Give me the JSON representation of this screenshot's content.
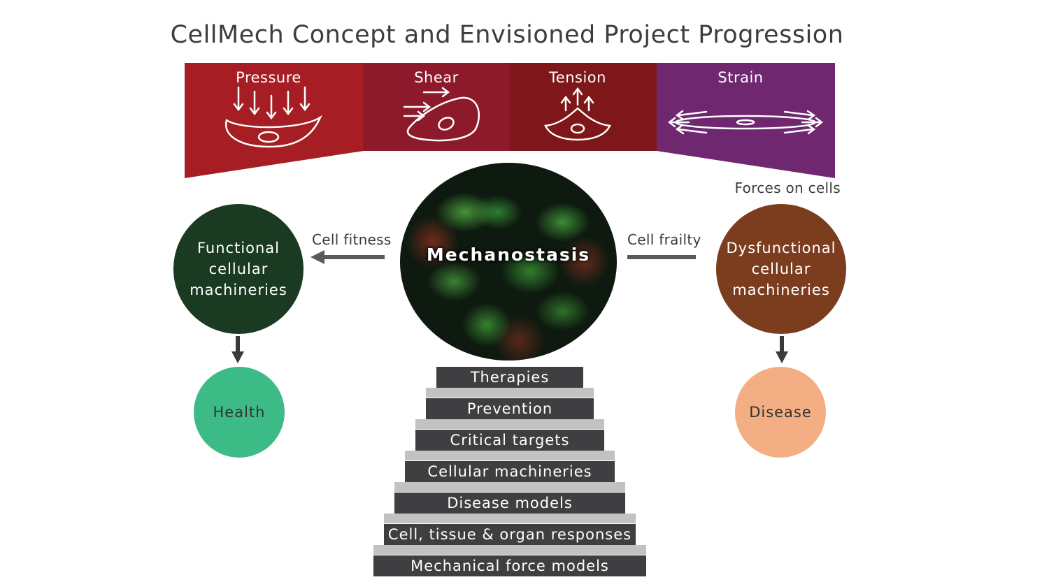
{
  "title": "CellMech Concept and Envisioned Project Progression",
  "forces": {
    "pressure": "Pressure",
    "shear": "Shear",
    "tension": "Tension",
    "strain": "Strain",
    "caption": "Forces on cells"
  },
  "center": {
    "label": "Mechanostasis"
  },
  "left": {
    "arrow_label": "Cell fitness",
    "circle_label": "Functional cellular machineries",
    "outcome": "Health"
  },
  "right": {
    "arrow_label": "Cell frailty",
    "circle_label": "Dysfunctional cellular machineries",
    "outcome": "Disease"
  },
  "steps": [
    "Therapies",
    "Prevention",
    "Critical targets",
    "Cellular machineries",
    "Disease models",
    "Cell, tissue & organ responses",
    "Mechanical force models"
  ],
  "colors": {
    "pressure": "#a61e24",
    "shear": "#8c1a2b",
    "tension": "#7e1719",
    "strain": "#6f2770",
    "functional": "#1a3b21",
    "dysfunctional": "#7c3d1f",
    "health": "#3dbb87",
    "disease": "#f4ae83",
    "step": "#3f3f41",
    "arrow": "#5a5a5a"
  },
  "icons": [
    "pressure-cell-icon",
    "shear-cell-icon",
    "tension-cell-icon",
    "strain-cell-icon"
  ]
}
